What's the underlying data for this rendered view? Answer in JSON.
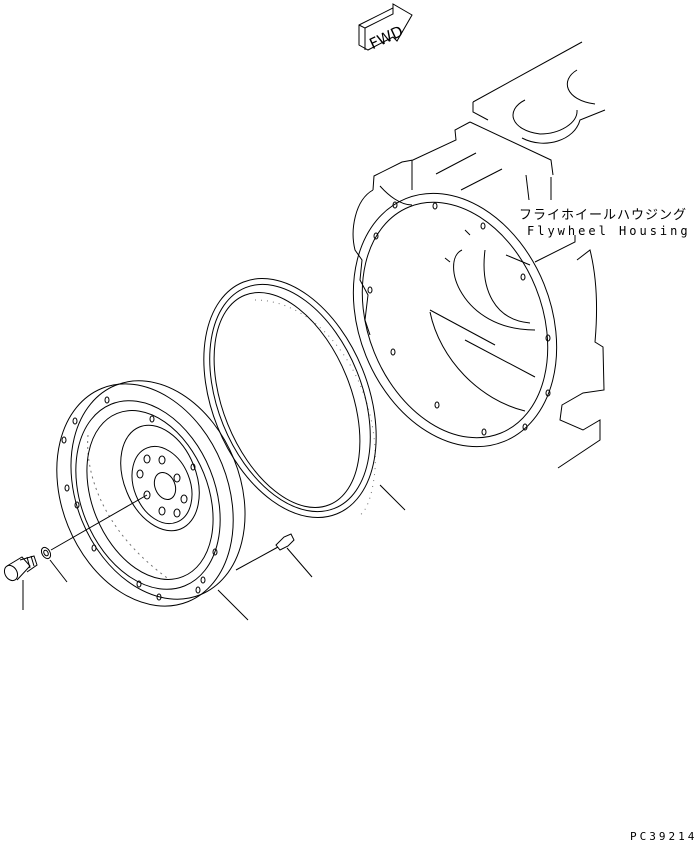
{
  "diagram": {
    "type": "exploded-parts-view",
    "direction_indicator": {
      "label": "FWD",
      "icon": "forward-arrow-icon"
    },
    "components": [
      {
        "id": "flywheel-housing",
        "label_jp": "フライホイールハウジング",
        "label_en": "Flywheel Housing"
      },
      {
        "id": "ring-gear",
        "label_jp": "",
        "label_en": ""
      },
      {
        "id": "flywheel",
        "label_jp": "",
        "label_en": ""
      },
      {
        "id": "dowel-pin",
        "label_jp": "",
        "label_en": ""
      },
      {
        "id": "washer",
        "label_jp": "",
        "label_en": ""
      },
      {
        "id": "bolt",
        "label_jp": "",
        "label_en": ""
      }
    ],
    "drawing_number": "PC39214"
  }
}
